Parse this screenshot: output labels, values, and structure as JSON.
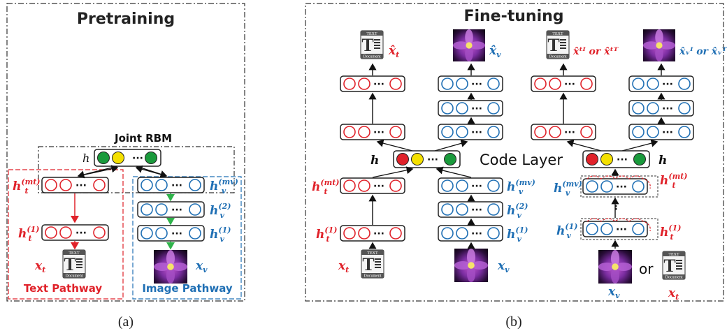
{
  "panel_a": {
    "title": "Pretraining",
    "caption": "(a)",
    "joint_rbm_label": "Joint RBM",
    "h_label": "h",
    "text_pathway_label": "Text Pathway",
    "image_pathway_label": "Image Pathway",
    "ht_mt": "h",
    "ht_mt_sub": "t",
    "ht_mt_sup": "(mt)",
    "ht_1_sup": "(1)",
    "hv_mv_sup": "(mv)",
    "hv_2_sup": "(2)",
    "hv_1_sup": "(1)",
    "x_t": "x",
    "x_t_sub": "t",
    "x_v": "x",
    "x_v_sub": "v"
  },
  "panel_b": {
    "title": "Fine-tuning",
    "caption": "(b)",
    "code_layer_label": "Code Layer",
    "h_label": "h",
    "or_label": "or",
    "xt_hat": "x̂",
    "xv_hat": "x̂",
    "xt_hat_pair": "x̂ᵗᴵ or x̂ᵗᵀ",
    "xv_hat_pair": "x̂ᵥᴵ or x̂ᵥᵀ"
  },
  "doc_icon": {
    "header": "TEXT",
    "footer": "Document",
    "glyph": "T"
  },
  "colors": {
    "red": "#e0222a",
    "blue": "#1f6fb4",
    "green_arrow": "#2fb34a",
    "node_green": "#1a9a3c",
    "node_yellow": "#f4e000",
    "node_red": "#e0222a"
  }
}
